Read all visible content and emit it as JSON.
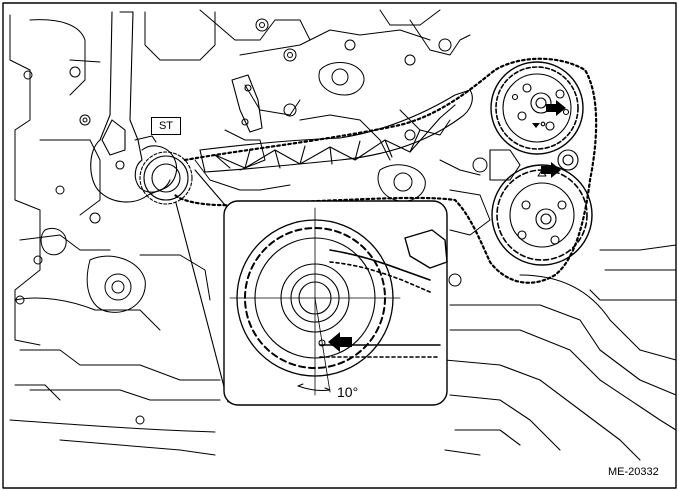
{
  "callouts": {
    "special_tool": "ST",
    "angle": "10°"
  },
  "figure_id": "ME-20332",
  "colors": {
    "line": "#000000",
    "background": "#ffffff"
  }
}
